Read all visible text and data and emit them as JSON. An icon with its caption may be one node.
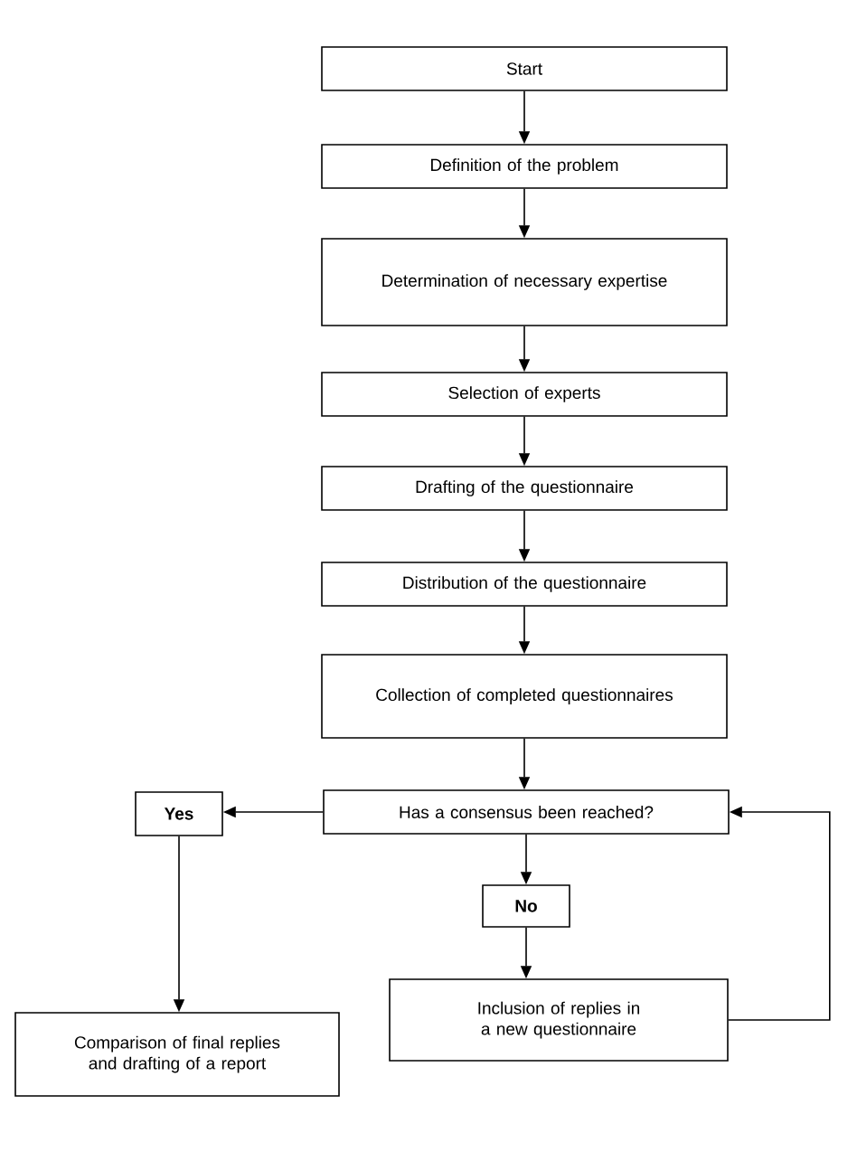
{
  "diagram": {
    "nodes": [
      {
        "text": [
          "Start"
        ]
      },
      {
        "text": [
          "Definition of the problem"
        ]
      },
      {
        "text": [
          "Determination of necessary expertise"
        ]
      },
      {
        "text": [
          "Selection of experts"
        ]
      },
      {
        "text": [
          "Drafting of the questionnaire"
        ]
      },
      {
        "text": [
          "Distribution of the questionnaire"
        ]
      },
      {
        "text": [
          "Collection of completed questionnaires"
        ]
      },
      {
        "text": [
          "Has a consensus been reached?"
        ]
      },
      {
        "text": [
          "Yes"
        ]
      },
      {
        "text": [
          "No"
        ]
      },
      {
        "text": [
          "Inclusion of replies in a new questionnaire"
        ]
      },
      {
        "text": [
          "Comparison of final replies and drafting of a report"
        ]
      }
    ],
    "edges": [
      {
        "from": 0,
        "to": 1,
        "arrow": "to"
      },
      {
        "from": 1,
        "to": 2,
        "arrow": "to"
      },
      {
        "from": 2,
        "to": 3,
        "arrow": "to"
      },
      {
        "from": 3,
        "to": 4,
        "arrow": "to"
      },
      {
        "from": 4,
        "to": 5,
        "arrow": "to"
      },
      {
        "from": 5,
        "to": 6,
        "arrow": "to"
      },
      {
        "from": 6,
        "to": 7,
        "arrow": "to"
      },
      {
        "from": 7,
        "to": 8,
        "arrow": "to"
      },
      {
        "from": 7,
        "to": 9,
        "arrow": "to"
      },
      {
        "from": 9,
        "to": 10,
        "arrow": "to"
      },
      {
        "from": 10,
        "to": 7,
        "arrow": "to"
      },
      {
        "from": 8,
        "to": 11,
        "arrow": "to"
      }
    ]
  }
}
